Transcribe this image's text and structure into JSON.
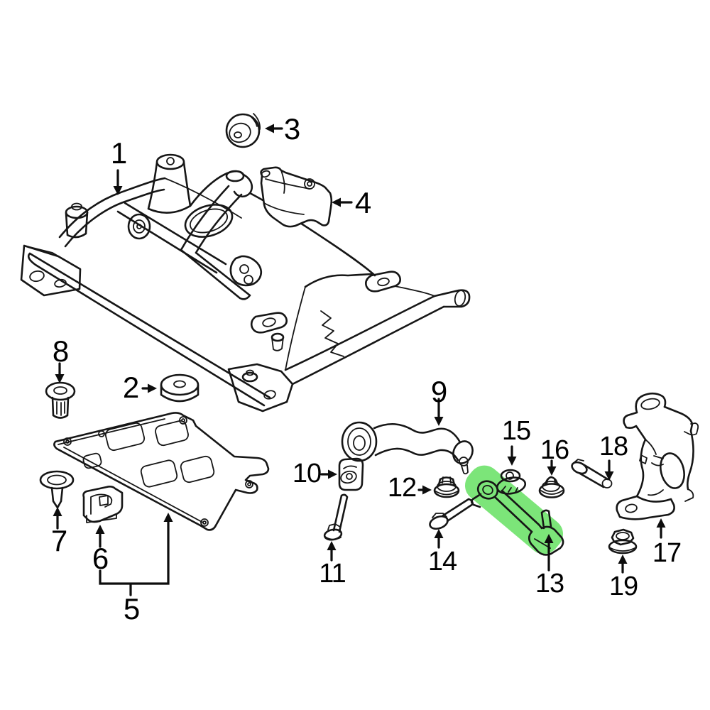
{
  "diagram": {
    "type": "exploded-parts-diagram",
    "background_color": "#ffffff",
    "line_color": "#161616",
    "highlight_color": "#7ce579",
    "highlight_arrow_color": "#55d455",
    "highlighted_callout": "13",
    "callout_count": "19"
  },
  "callouts": [
    {
      "label": "1"
    },
    {
      "label": "2"
    },
    {
      "label": "3"
    },
    {
      "label": "4"
    },
    {
      "label": "5"
    },
    {
      "label": "6"
    },
    {
      "label": "7"
    },
    {
      "label": "8"
    },
    {
      "label": "9"
    },
    {
      "label": "10"
    },
    {
      "label": "11"
    },
    {
      "label": "12"
    },
    {
      "label": "13"
    },
    {
      "label": "14"
    },
    {
      "label": "15"
    },
    {
      "label": "16"
    },
    {
      "label": "17"
    },
    {
      "label": "18"
    },
    {
      "label": "19"
    }
  ]
}
